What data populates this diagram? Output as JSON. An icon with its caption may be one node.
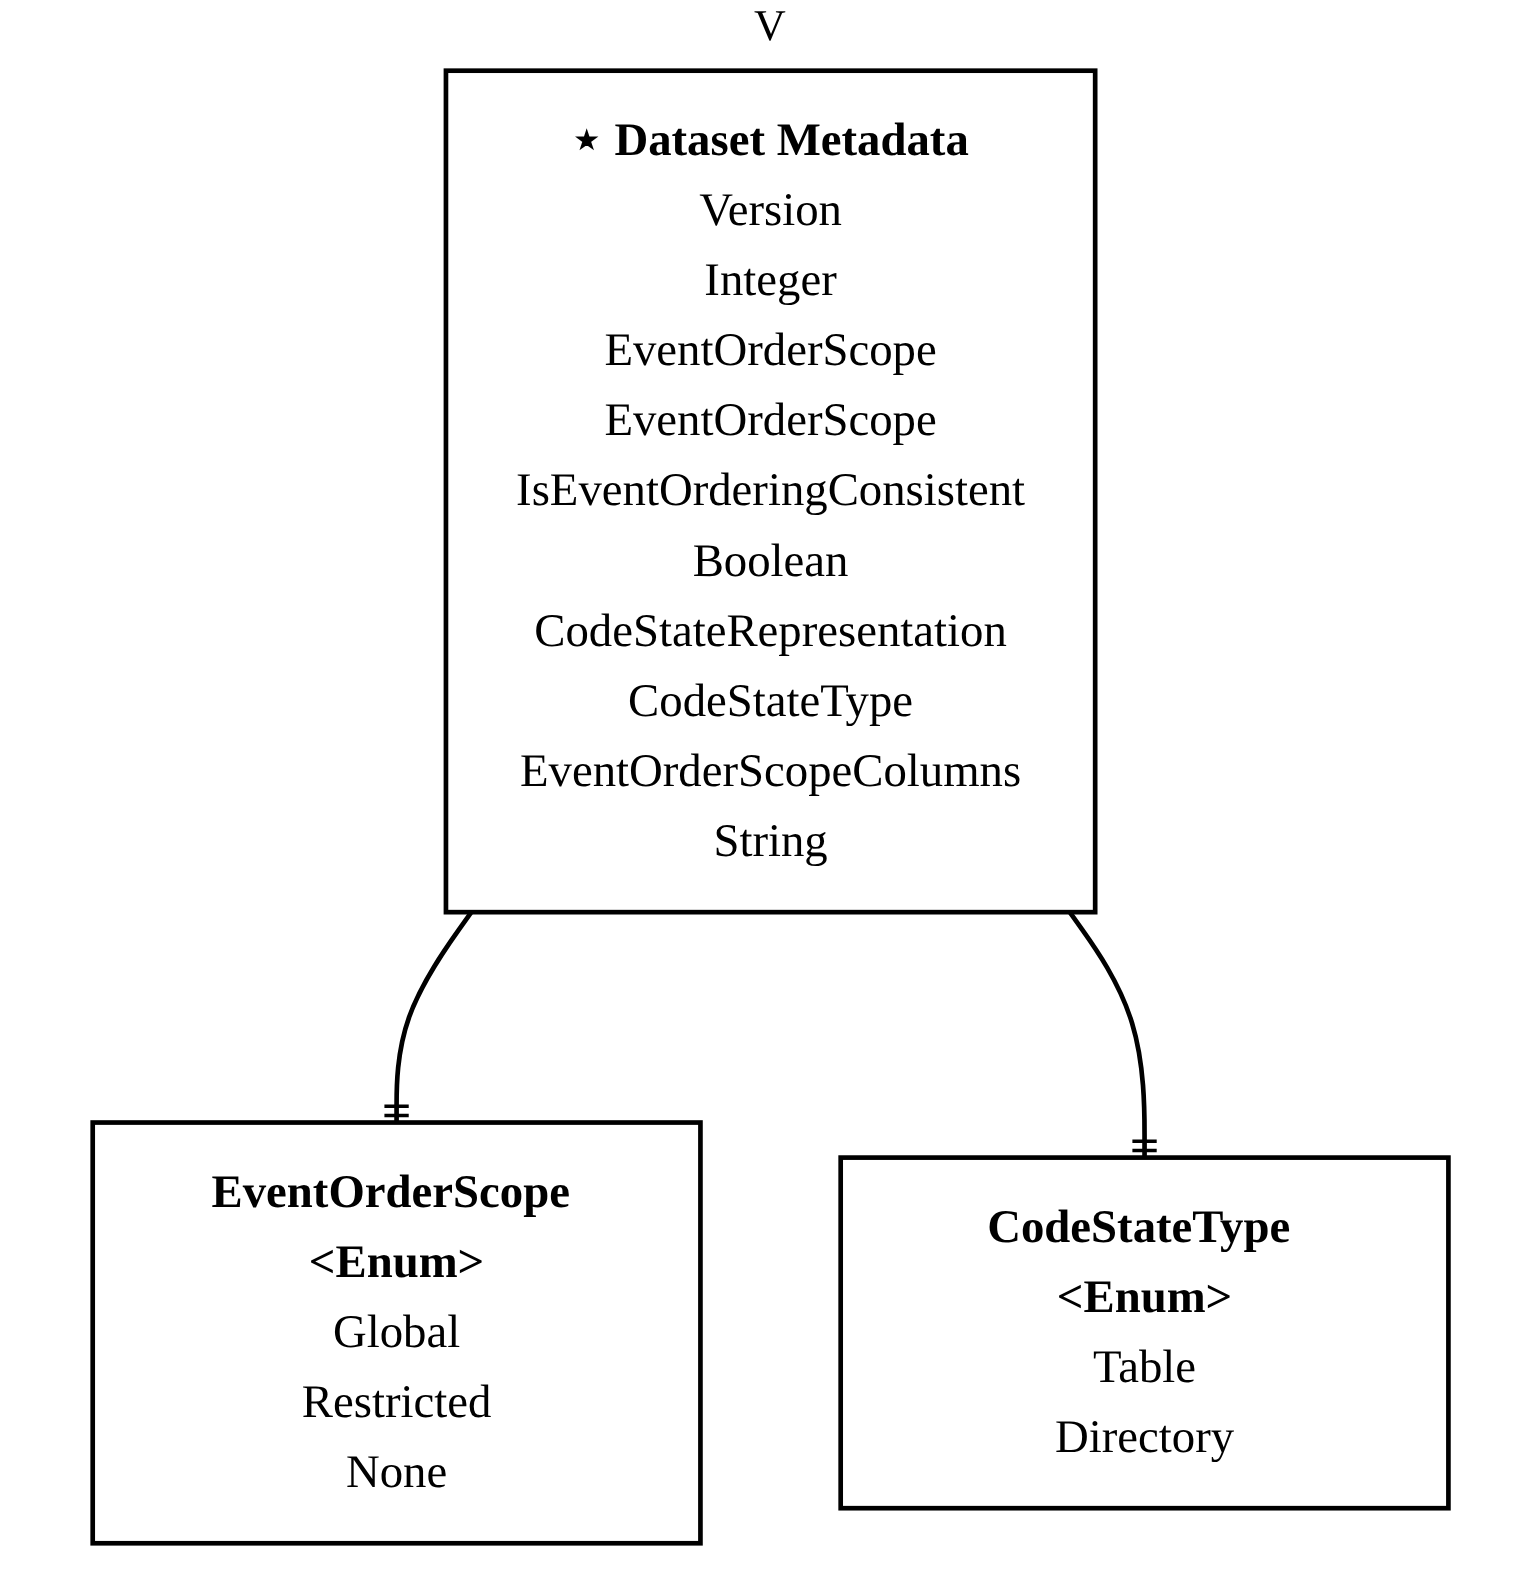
{
  "diagram": {
    "nodes": [
      {
        "text": [
          "⋆ Dataset Metadata",
          "Version",
          "Integer",
          "EventOrderScope",
          "EventOrderScope",
          "IsEventOrderingConsistent",
          "Boolean",
          "CodeStateRepresentation",
          "CodeStateType",
          "EventOrderScopeColumns",
          "String"
        ]
      },
      {
        "text": [
          "EventOrderScope <Enum>",
          "Global",
          "Restricted",
          "None"
        ]
      },
      {
        "text": [
          "CodeStateType <Enum>",
          "Table",
          "Directory"
        ]
      }
    ],
    "edges": [
      {
        "from": 0,
        "to": 1,
        "arrow": "other"
      },
      {
        "from": 0,
        "to": 2,
        "arrow": "other"
      }
    ],
    "labels": [
      "V"
    ]
  }
}
